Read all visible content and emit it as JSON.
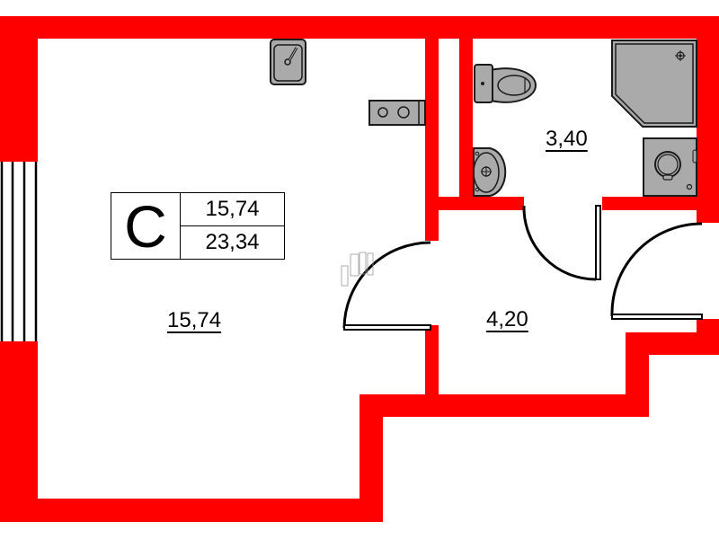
{
  "plan": {
    "colors": {
      "wall": "#ff0000",
      "fixture_fill": "#aaaaaa",
      "fixture_stroke": "#1a1a1a",
      "background": "#ffffff"
    },
    "legend": {
      "letter": "C",
      "living_area": "15,74",
      "total_area": "23,34"
    },
    "rooms": [
      {
        "name": "living-room",
        "area": "15,74"
      },
      {
        "name": "bathroom",
        "area": "3,40"
      },
      {
        "name": "hallway",
        "area": "4,20"
      }
    ],
    "fixtures": [
      {
        "type": "kitchen-sink-icon"
      },
      {
        "type": "cooktop-icon"
      },
      {
        "type": "toilet-icon"
      },
      {
        "type": "washbasin-icon"
      },
      {
        "type": "shower-tray-icon"
      },
      {
        "type": "washing-machine-icon"
      }
    ],
    "openings": [
      {
        "type": "window",
        "wall": "left"
      },
      {
        "type": "door",
        "room": "living-room"
      },
      {
        "type": "door",
        "room": "bathroom"
      },
      {
        "type": "door",
        "room": "entrance"
      }
    ]
  }
}
